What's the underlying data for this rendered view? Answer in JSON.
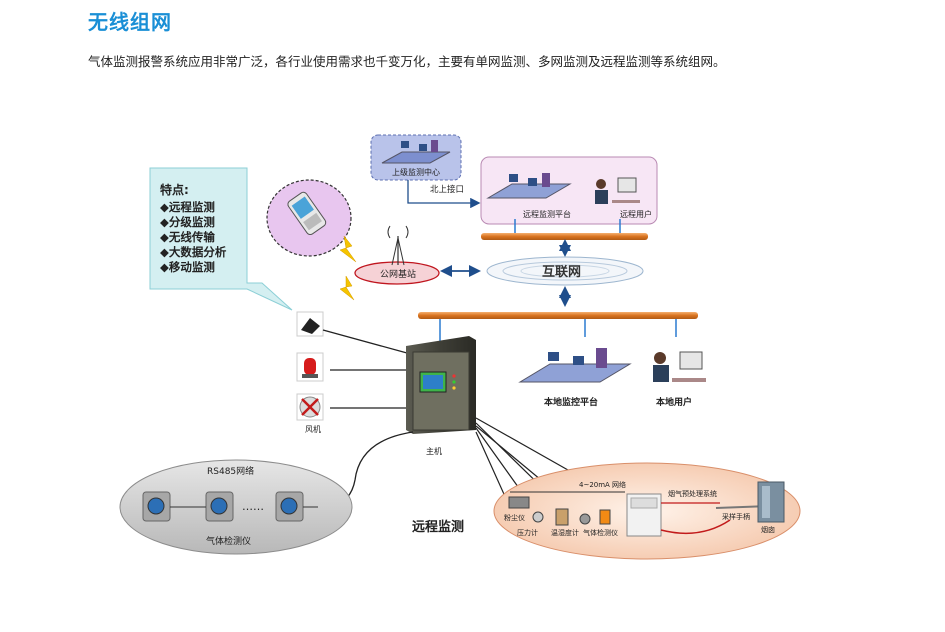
{
  "page": {
    "title": "无线组网",
    "intro": "气体监测报警系统应用非常广泛，各行业使用需求也千变万化，主要有单网监测、多网监测及远程监测等系统组网。"
  },
  "diagram": {
    "features": {
      "heading": "特点:",
      "items": [
        "◆远程监测",
        "◆分级监测",
        "◆无线传输",
        "◆大数据分析",
        "◆移动监测"
      ]
    },
    "superior_center": "上级监测中心",
    "north_interface": "北上接口",
    "remote_platform": "远程监测平台",
    "remote_user": "远程用户",
    "base_station": "公网基站",
    "internet": "互联网",
    "local_platform": "本地监控平台",
    "local_user": "本地用户",
    "host": "主机",
    "fan": "风机",
    "rs485_network": "RS485网络",
    "gas_detector_bus": "气体检测仪",
    "remote_monitoring": "远程监测",
    "network_4_20": "4~20mA 网络",
    "dust_meter": "粉尘仪",
    "pressure_gauge": "压力计",
    "temperature_meter": "温湿度计",
    "gas_detector_field": "气体检测仪",
    "flue_gas_system": "烟气预处理系统",
    "sampling_probe": "采样手柄",
    "chimney": "烟囱",
    "dots": "……"
  }
}
